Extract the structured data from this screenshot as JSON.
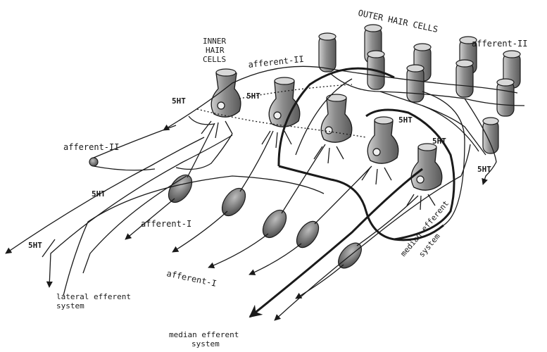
{
  "labels": {
    "outer_hair_cells": "OUTER HAIR CELLS",
    "inner_hair_cells": [
      "INNER",
      "HAIR",
      "CELLS"
    ],
    "afferent_ii": "afferent-II",
    "afferent_i": "afferent-I",
    "sht": "5HT",
    "lateral_efferent_system": [
      "lateral efferent",
      "system"
    ],
    "median_efferent_system": [
      "median efferent",
      "system"
    ]
  },
  "colors": {
    "ink": "#1a1a1a",
    "cell_fill": "#8c8c8c",
    "cell_highlight": "#cfcfcf",
    "ganglion_fill": "#6e6e6e"
  }
}
